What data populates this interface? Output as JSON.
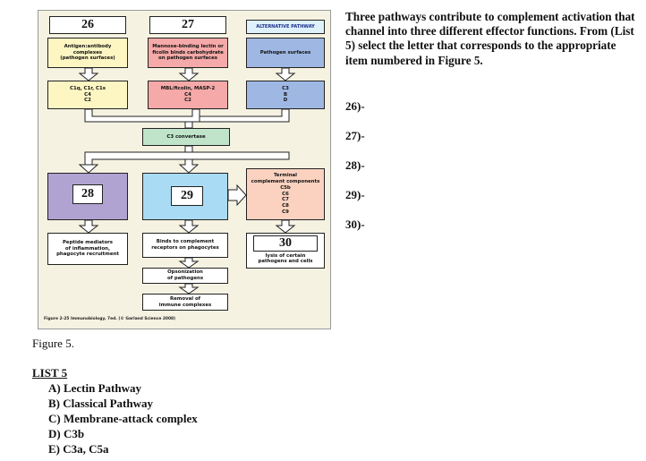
{
  "figure": {
    "labels": {
      "n26": "26",
      "n27": "27",
      "alternative": "ALTERNATIVE PATHWAY",
      "n28": "28",
      "n29": "29",
      "n30": "30"
    },
    "boxes": {
      "antigen": "Antigen:antibody\ncomplexes\n(pathogen surfaces)",
      "mannose": "Mannose-binding lectin or\nficolin binds carbohydrate\non pathogen surfaces",
      "pathogen": "Pathogen surfaces",
      "classical_comp": "C1q, C1r, C1s\nC4\nC2",
      "lectin_comp": "MBL/ficolin, MASP-2\nC4\nC2",
      "alt_comp": "C3\nB\nD",
      "convertase": "C3 convertase",
      "terminal": "Terminal\ncomplement components\nC5b\nC6\nC7\nC8\nC9",
      "peptide": "Peptide mediators\nof inflammation,\nphagocyte recruitment",
      "binds": "Binds to complement\nreceptors on phagocytes",
      "lysis": "lysis of certain\npathogens and cells",
      "opsonization": "Opsonization\nof pathogens",
      "removal": "Removal of\nimmune complexes"
    },
    "caption": "Figure 2-25 Immunobiology, 7ed. (© Garland Science 2008)",
    "colors": {
      "yellow": "#fdf6c3",
      "pink": "#f5a9a8",
      "blue": "#9fb8e3",
      "green": "#bfe4c9",
      "purple": "#b0a3d2",
      "cyan": "#a9dbf4",
      "salmon": "#fbd2c0",
      "background": "#f6f2e2"
    }
  },
  "question": {
    "text": "Three pathways contribute to complement activation that channel into three different effector functions.  From (List 5) select the letter that corresponds to the appropriate item numbered in Figure 5.",
    "answers": [
      "26)-",
      "27)-",
      "28)-",
      "29)-",
      "30)-"
    ]
  },
  "figure_label": "Figure 5.",
  "list": {
    "title": "LIST 5",
    "items": [
      "A) Lectin Pathway",
      "B) Classical Pathway",
      "C) Membrane-attack complex",
      "D) C3b",
      "E) C3a, C5a"
    ]
  }
}
